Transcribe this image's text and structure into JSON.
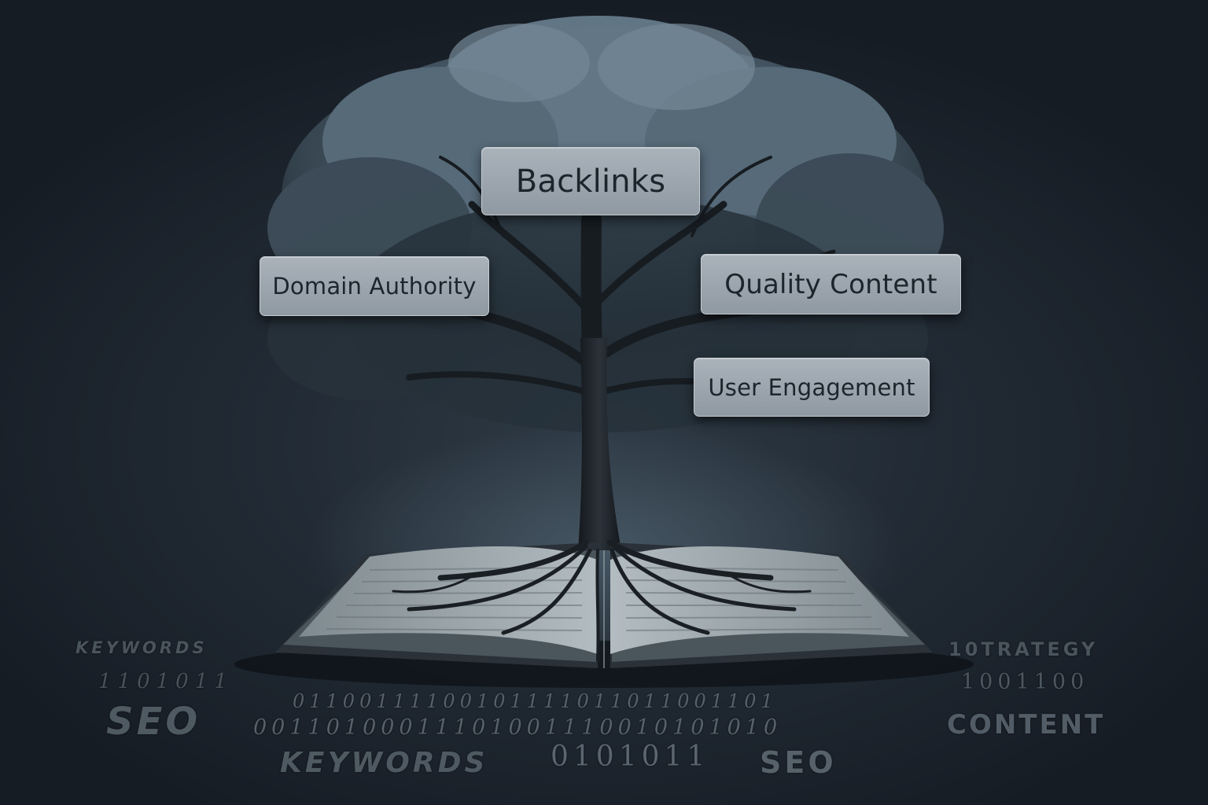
{
  "labels": {
    "backlinks": "Backlinks",
    "domain_authority": "Domain Authority",
    "quality_content": "Quality Content",
    "user_engagement": "User Engagement"
  },
  "ground": {
    "keywords_left_top": "KEYWORDS",
    "binary_left": "1101011",
    "seo_left": "SEO",
    "binary_row_1": "01100111100101111011011001101",
    "binary_row_2": "00110100011101001110010101010",
    "keywords_bottom": "KEYWORDS",
    "binary_bottom": "0101011",
    "seo_bottom": "SEO",
    "strategy_right": "10TRATEGY",
    "binary_right": "1001100",
    "content_right": "CONTENT"
  },
  "colors": {
    "background": "#1b222b",
    "label_fill": "#9aa3ab",
    "label_text": "#1c242c",
    "ground_text": "#4e5963"
  }
}
